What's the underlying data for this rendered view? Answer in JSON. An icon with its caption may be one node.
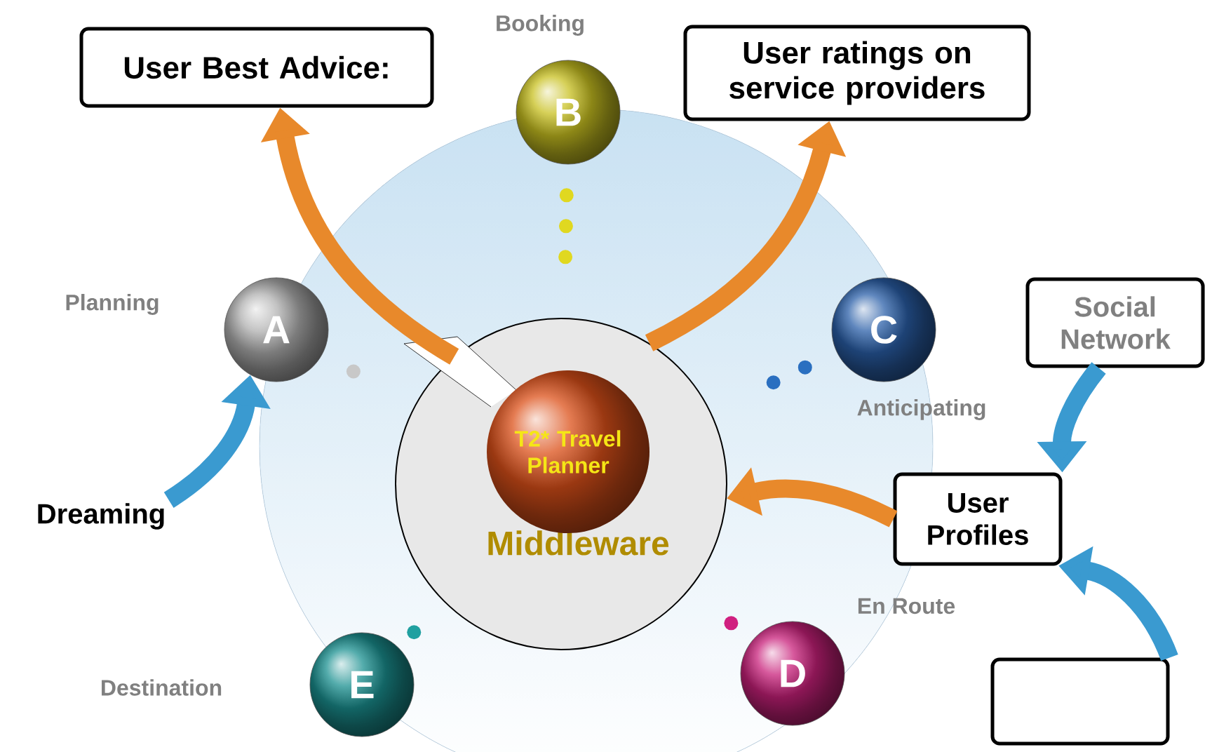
{
  "diagram": {
    "nodes": [
      {
        "text": [
          "User Best Advice:"
        ]
      },
      {
        "text": [
          "User ratings on service providers"
        ]
      },
      {
        "text": [
          "Middleware"
        ]
      },
      {
        "text": [
          "T2* Travel Planner"
        ],
        "in": 2
      },
      {
        "text": [
          "A"
        ],
        "beside": [
          "Planning"
        ]
      },
      {
        "text": [
          "B"
        ],
        "beside": [
          "Booking"
        ]
      },
      {
        "text": [
          "C"
        ],
        "beside": [
          "Anticipating"
        ]
      },
      {
        "text": [
          "D"
        ],
        "beside": [
          "En Route"
        ]
      },
      {
        "text": [
          "E"
        ],
        "beside": [
          "Destination"
        ]
      },
      {
        "text": [
          "Social Network"
        ]
      },
      {
        "text": [
          "User Profiles"
        ]
      },
      {
        "text": [],
        "shape": "box"
      },
      {
        "text": [
          "Dreaming"
        ]
      }
    ],
    "edges": [
      {
        "from": 2,
        "to": 0,
        "arrow": "to",
        "color": "#e8892b"
      },
      {
        "from": 2,
        "to": 1,
        "arrow": "to",
        "color": "#e8892b"
      },
      {
        "from": 10,
        "to": 2,
        "arrow": "to",
        "color": "#e8892b"
      },
      {
        "from": 9,
        "to": 10,
        "arrow": "to",
        "color": "#3a9ad0"
      },
      {
        "from": 11,
        "to": 10,
        "arrow": "to",
        "color": "#3a9ad0"
      },
      {
        "from": 12,
        "to": 4,
        "arrow": "to",
        "color": "#3a9ad0"
      },
      {
        "from": 4,
        "to": 2,
        "arrow": "none",
        "style": "dashed",
        "color": "#c8c8c8"
      },
      {
        "from": 5,
        "to": 2,
        "arrow": "none",
        "style": "dashed",
        "color": "#e0d820"
      },
      {
        "from": 6,
        "to": 2,
        "arrow": "none",
        "style": "dashed",
        "color": "#2a6fc0"
      },
      {
        "from": 7,
        "to": 2,
        "arrow": "none",
        "style": "dashed",
        "color": "#d02080"
      },
      {
        "from": 8,
        "to": 2,
        "arrow": "none",
        "style": "dashed",
        "color": "#20a0a0"
      }
    ]
  }
}
